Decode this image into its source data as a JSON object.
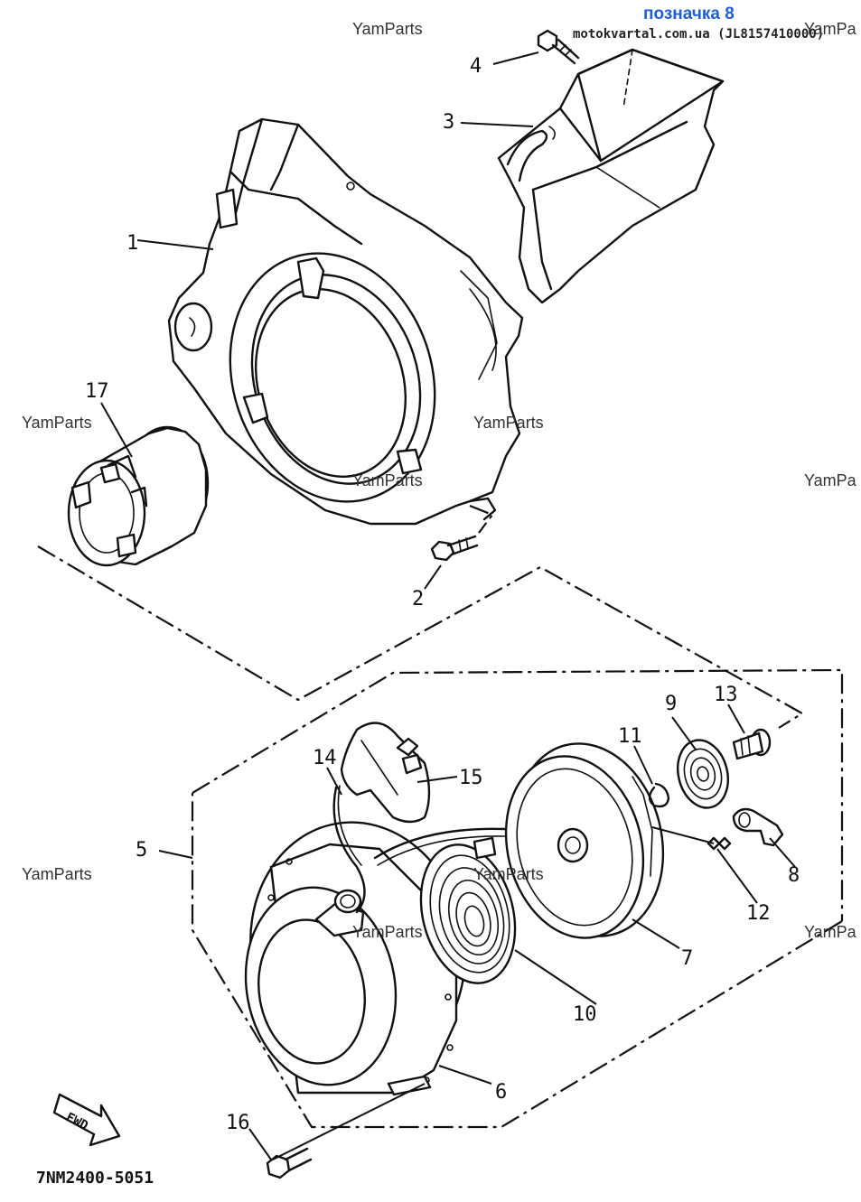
{
  "header": {
    "badge_text": "позначка 8",
    "badge_color": "#1f5fd6",
    "site_text": "motokvartal.com.ua (JL8157410000)"
  },
  "watermark": "YamParts",
  "watermark_clipped": "YamPa",
  "diagram_code": "7NM2400-5051",
  "fwd_label": "FWD",
  "callouts": {
    "c1": "1",
    "c2": "2",
    "c3": "3",
    "c4": "4",
    "c5": "5",
    "c6": "6",
    "c7": "7",
    "c8": "8",
    "c9": "9",
    "c10": "10",
    "c11": "11",
    "c12": "12",
    "c13": "13",
    "c14": "14",
    "c15": "15",
    "c16": "16",
    "c17": "17"
  }
}
